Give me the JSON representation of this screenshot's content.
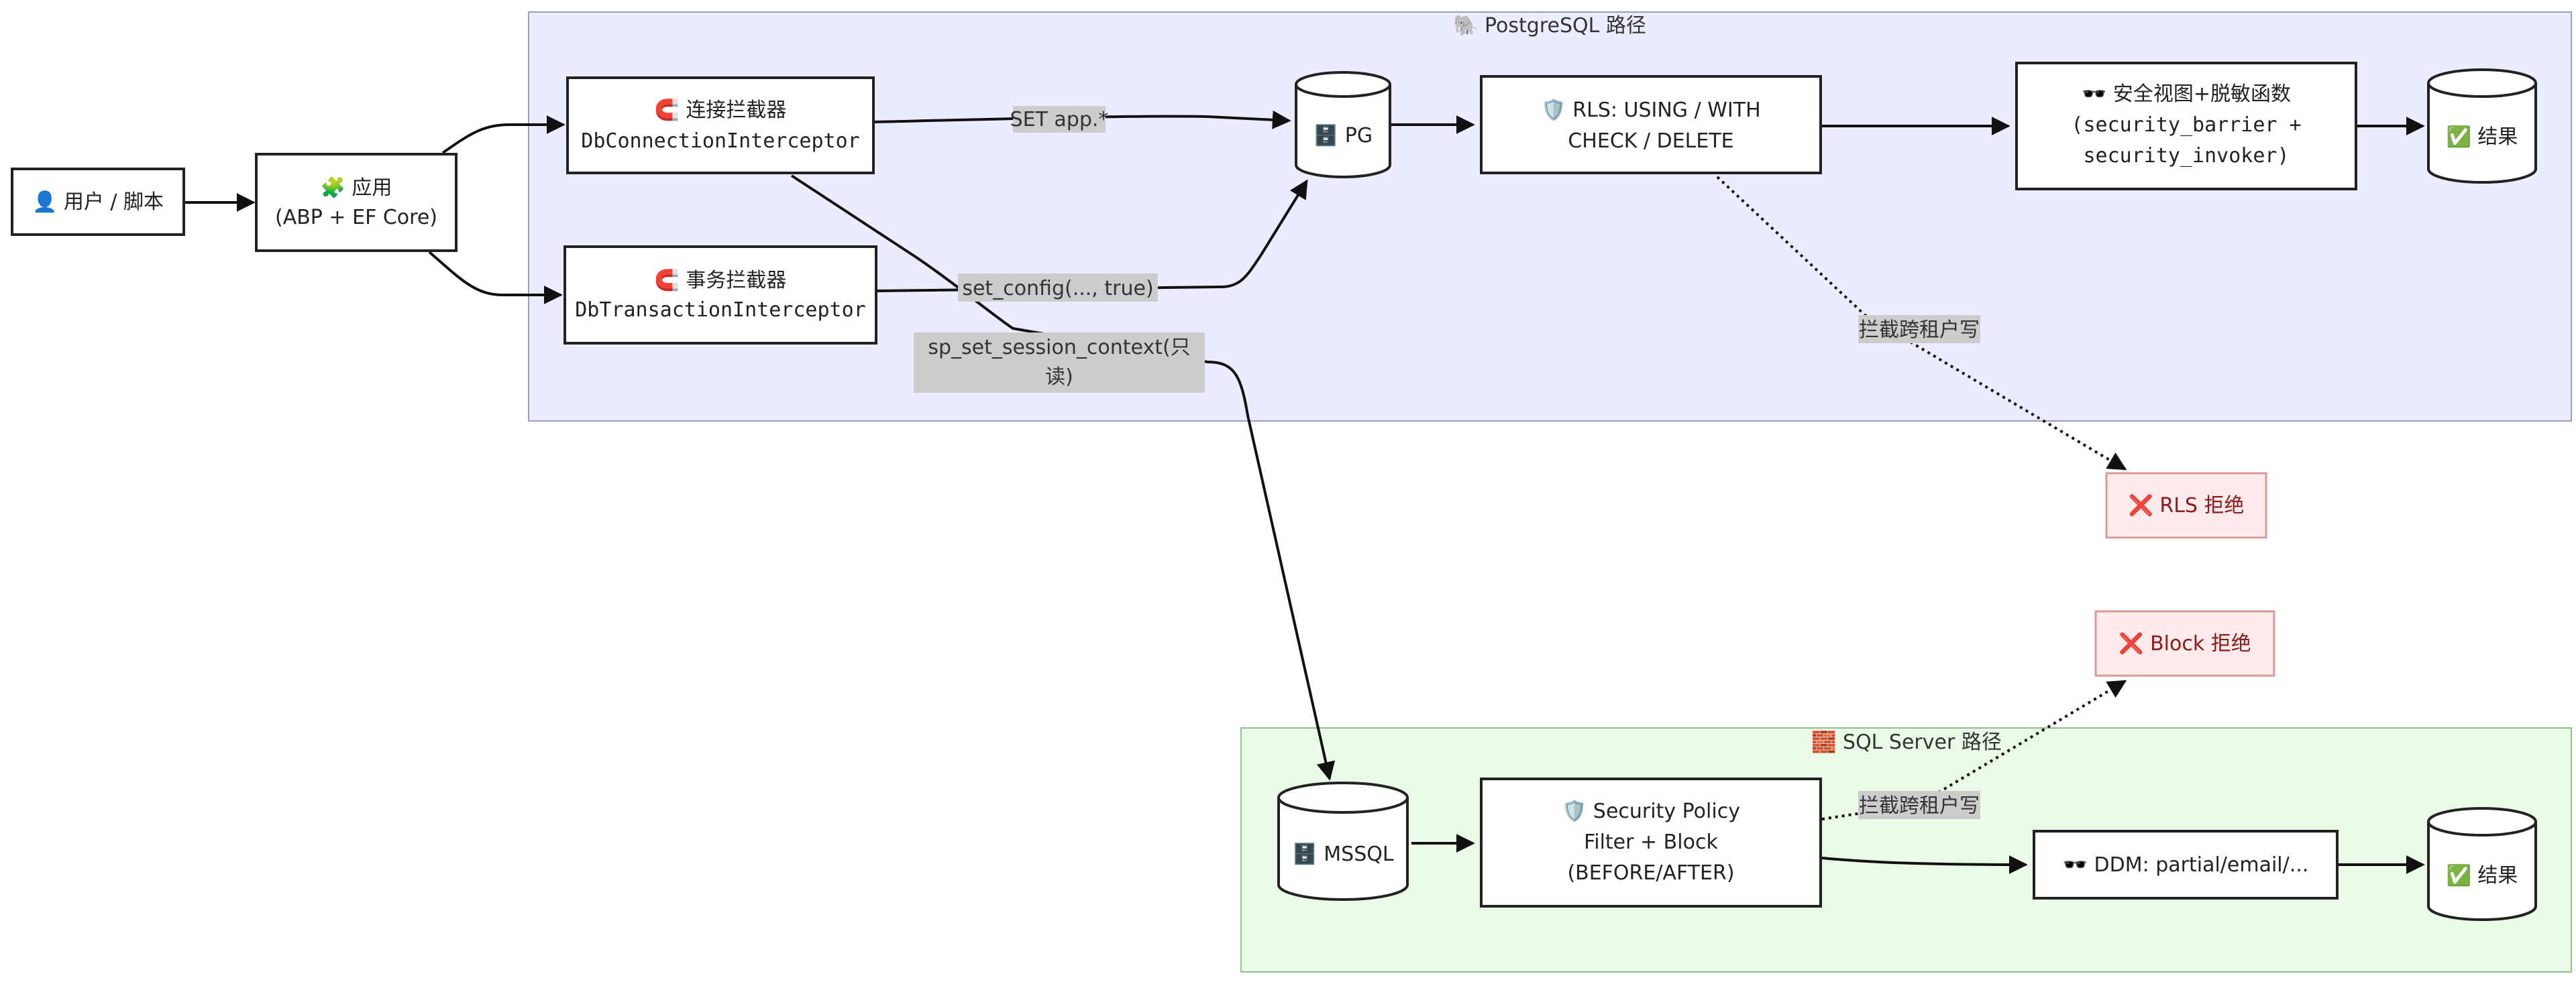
{
  "clusters": {
    "pg": {
      "title": "🐘 PostgreSQL 路径"
    },
    "mssql": {
      "title": "🧱 SQL Server 路径"
    }
  },
  "nodes": {
    "user": {
      "label": "👤 用户 / 脚本"
    },
    "app": {
      "line1": "🧩 应用",
      "line2": "(ABP + EF Core)"
    },
    "conn_interceptor": {
      "line1": "🧲 连接拦截器",
      "line2": "DbConnectionInterceptor"
    },
    "tx_interceptor": {
      "line1": "🧲 事务拦截器",
      "line2": "DbTransactionInterceptor"
    },
    "pg": {
      "label": "🗄️ PG"
    },
    "rls": {
      "line1": "🛡️ RLS: USING / WITH",
      "line2": "CHECK / DELETE"
    },
    "secure_view": {
      "line1": "🕶️ 安全视图+脱敏函数",
      "line2": "(security_barrier +",
      "line3": "security_invoker)"
    },
    "pg_result": {
      "label": "✅ 结果"
    },
    "rls_reject": {
      "label": "❌ RLS 拒绝"
    },
    "block_reject": {
      "label": "❌ Block 拒绝"
    },
    "mssql": {
      "label": "🗄️ MSSQL"
    },
    "security_policy": {
      "line1": "🛡️ Security Policy",
      "line2": "Filter + Block",
      "line3": "(BEFORE/AFTER)"
    },
    "ddm": {
      "label": "🕶️ DDM: partial/email/..."
    },
    "mssql_result": {
      "label": "✅ 结果"
    }
  },
  "edge_labels": {
    "set_app": "SET app.*",
    "set_config": "set_config(..., true)",
    "sp_context_line1": "sp_set_session_context(只",
    "sp_context_line2": "读)",
    "rls_block": "拦截跨租户写",
    "policy_block": "拦截跨租户写"
  },
  "colors": {
    "pg_cluster_fill": "#ececff",
    "pg_cluster_stroke": "#9c9cc8",
    "mssql_cluster_fill": "#e9fbe5",
    "mssql_cluster_stroke": "#8fc28a",
    "reject_fill": "#fdeaea",
    "reject_stroke": "#d99a9a",
    "edge_label_bg": "#cccccc"
  }
}
